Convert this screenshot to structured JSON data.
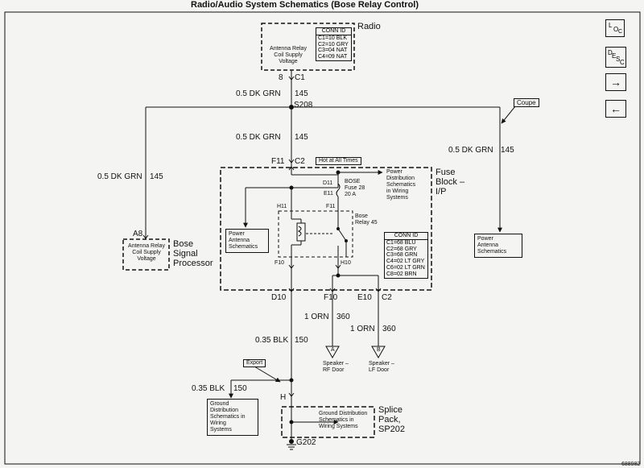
{
  "title": "Radio/Audio System Schematics (Bose Relay Control)",
  "nav": {
    "loc": [
      "L",
      "O",
      "C"
    ],
    "desc": [
      "D",
      "E",
      "S",
      "C"
    ],
    "next": "→",
    "prev": "←"
  },
  "radio": {
    "name": "Radio",
    "supply": [
      "Antenna Relay",
      "Coil Supply",
      "Voltage"
    ],
    "conn_id": [
      "CONN ID",
      "C1=10 BLK",
      "C2=10 GRY",
      "C3=04 NAT",
      "C4=09 NAT"
    ],
    "pin": "8",
    "conn": "C1"
  },
  "wires": {
    "w1": [
      "0.5 DK GRN",
      "145"
    ],
    "w2": [
      "0.5 DK GRN",
      "145"
    ],
    "w3": [
      "0.5 DK GRN",
      "145"
    ],
    "w4": [
      "0.5 DK GRN",
      "145"
    ],
    "w5": [
      "1 ORN",
      "360"
    ],
    "w6": [
      "1 ORN",
      "360"
    ],
    "w7": [
      "0.35 BLK",
      "150"
    ],
    "w8": [
      "0.35 BLK",
      "150"
    ]
  },
  "splice": "S208",
  "coupe": "Coupe",
  "export": "Export",
  "fuse_block": {
    "name": [
      "Fuse",
      "Block –",
      "I/P"
    ],
    "hot": "Hot at All Times",
    "top_pin": "F11",
    "top_conn": "C2",
    "d11": "D11",
    "fuse": [
      "BOSE",
      "Fuse 28",
      "20 A"
    ],
    "e11": "E11",
    "f11b": "F11",
    "pd": [
      "Power",
      "Distribution",
      "Schematics",
      "in Wiring",
      "Systems"
    ],
    "h11": "H11",
    "relay": [
      "Bose",
      "Relay 45"
    ],
    "pant": [
      "Power",
      "Antenna",
      "Schematics"
    ],
    "f10": "F10",
    "h10": "H10",
    "conn_id": [
      "CONN ID",
      "C1=68 BLU",
      "C2=68 GRY",
      "C3=68 GRN",
      "C4=02 LT GRY",
      "C6=02 LT GRN",
      "C8=02 BRN"
    ],
    "d10": "D10",
    "f10b": "F10",
    "e10": "E10",
    "c2b": "C2"
  },
  "bose_proc": {
    "pin": "A8",
    "supply": [
      "Antenna Relay",
      "Coil Supply",
      "Voltage"
    ],
    "name": [
      "Bose",
      "Signal",
      "Processor"
    ]
  },
  "power_antenna": [
    "Power",
    "Antenna",
    "Schematics"
  ],
  "speakers": {
    "a": "A",
    "b": "B",
    "rf": [
      "Speaker –",
      "RF Door"
    ],
    "lf": [
      "Speaker –",
      "LF Door"
    ]
  },
  "ground_left": [
    "Ground",
    "Distribution",
    "Schematics in",
    "Wiring",
    "Systems"
  ],
  "splice_pack": {
    "pin": "H",
    "inner": [
      "Ground Distribution",
      "Schematics in",
      "Wiring Systems"
    ],
    "name": [
      "Splice",
      "Pack,",
      "SP202"
    ]
  },
  "ground": "G202",
  "doc_id": "688982"
}
